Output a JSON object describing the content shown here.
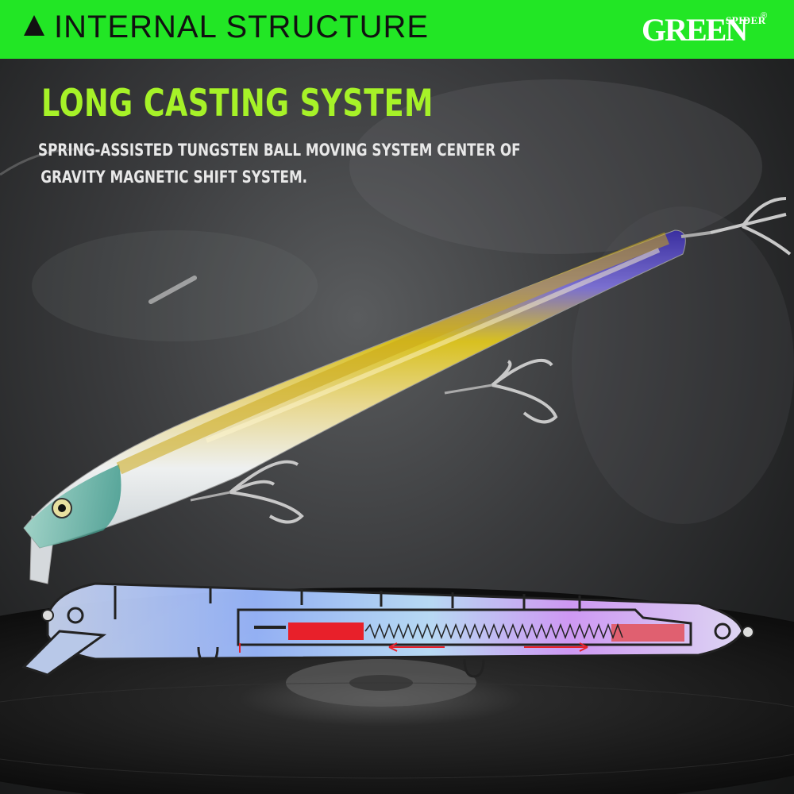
{
  "banner": {
    "title": "INTERNAL STRUCTURE",
    "color": "#22e625",
    "icon": "up-triangle-icon"
  },
  "logo": {
    "main": "GREEN",
    "sub": "SPIDER",
    "registered": "®"
  },
  "feature": {
    "headline": "LONG CASTING SYSTEM",
    "headline_color": "#a6f228",
    "description_lines": [
      "SPRING-ASSISTED TUNGSTEN BALL MOVING SYSTEM CENTER OF",
      "GRAVITY MAGNETIC SHIFT SYSTEM."
    ]
  },
  "images": {
    "lure": "minnow-lure-with-treble-hooks",
    "diagram": "lure-cross-section-with-spring-and-tungsten-balls"
  },
  "colors": {
    "tungsten_ball": "#e8202a",
    "arrow": "#e8202a"
  }
}
